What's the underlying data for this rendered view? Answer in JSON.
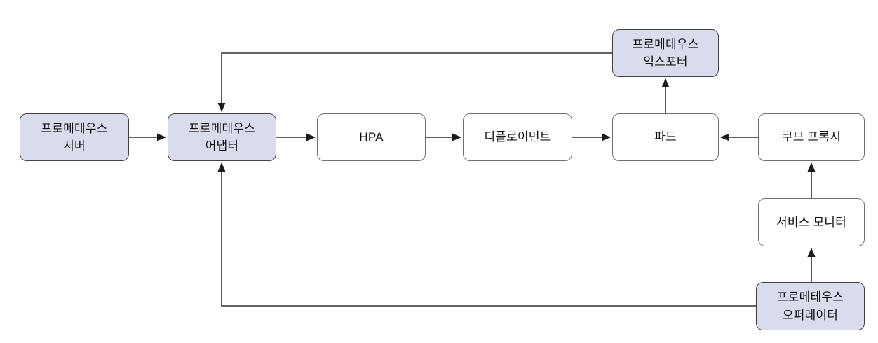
{
  "diagram": {
    "type": "flowchart",
    "language": "ko",
    "colors": {
      "accent_node_fill": "#d9dcec",
      "accent_node_border": "#414141",
      "plain_node_fill": "#ffffff",
      "plain_node_border": "#707070",
      "connector": "#2e2e2e",
      "text": "#111111",
      "background": "#ffffff"
    },
    "nodes": {
      "prometheus_server": {
        "line1": "프로메테우스",
        "line2": "서버",
        "style": "accent"
      },
      "prometheus_adapter": {
        "line1": "프로메테우스",
        "line2": "어댑터",
        "style": "accent"
      },
      "hpa": {
        "line1": "HPA",
        "style": "plain"
      },
      "deployment": {
        "line1": "디플로이먼트",
        "style": "plain"
      },
      "pod": {
        "line1": "파드",
        "style": "plain"
      },
      "kube_proxy": {
        "line1": "쿠브 프록시",
        "style": "plain"
      },
      "prometheus_exporter": {
        "line1": "프로메테우스",
        "line2": "익스포터",
        "style": "accent"
      },
      "service_monitor": {
        "line1": "서비스 모니터",
        "style": "plain"
      },
      "prometheus_operator": {
        "line1": "프로메테우스",
        "line2": "오퍼레이터",
        "style": "accent"
      }
    },
    "edges": [
      {
        "from": "prometheus_server",
        "to": "prometheus_adapter"
      },
      {
        "from": "prometheus_adapter",
        "to": "hpa"
      },
      {
        "from": "hpa",
        "to": "deployment"
      },
      {
        "from": "deployment",
        "to": "pod"
      },
      {
        "from": "kube_proxy",
        "to": "pod"
      },
      {
        "from": "pod",
        "to": "prometheus_exporter"
      },
      {
        "from": "prometheus_exporter",
        "to": "prometheus_adapter"
      },
      {
        "from": "prometheus_operator",
        "to": "prometheus_adapter"
      },
      {
        "from": "prometheus_operator",
        "to": "service_monitor"
      },
      {
        "from": "service_monitor",
        "to": "kube_proxy"
      }
    ]
  }
}
